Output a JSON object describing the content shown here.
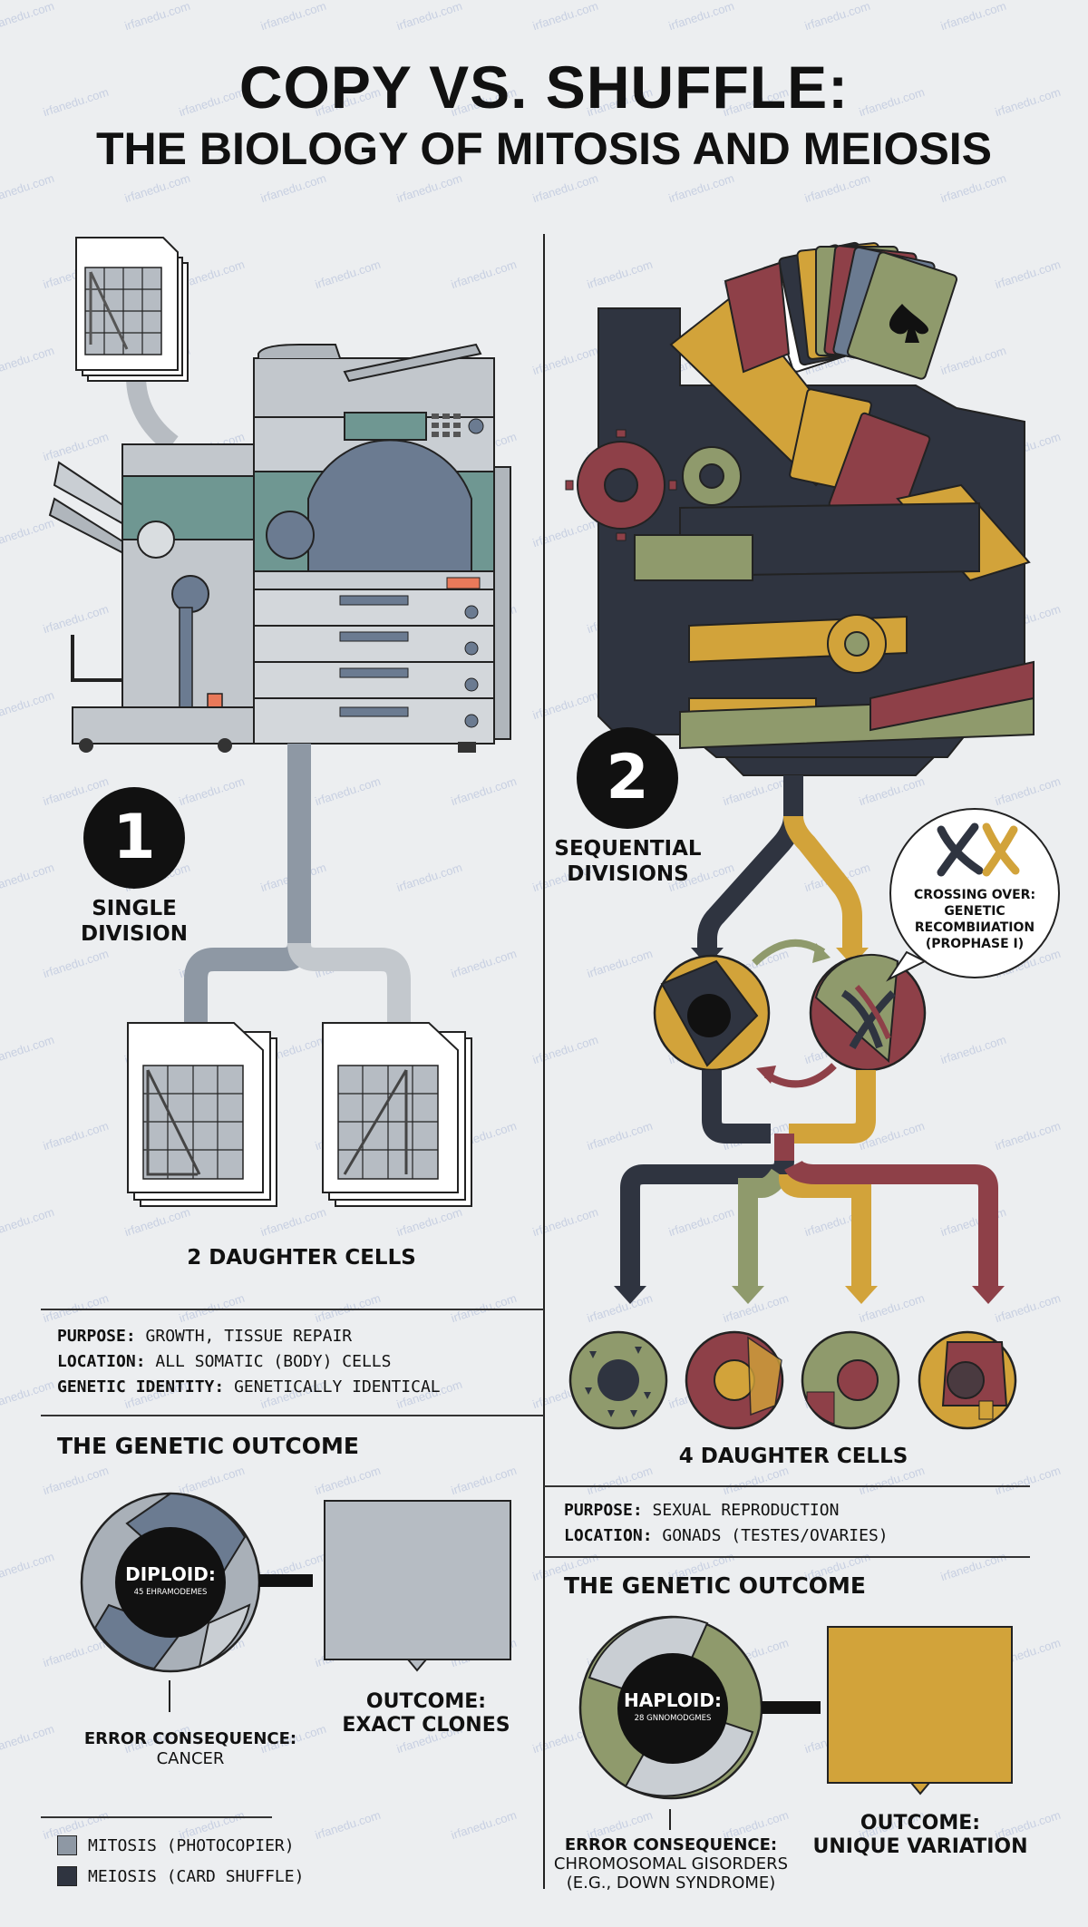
{
  "title": {
    "line1": "COPY VS. SHUFFLE:",
    "line2": "THE BIOLOGY OF MITOSIS AND MEIOSIS"
  },
  "watermark": "irfanedu.com",
  "colors": {
    "background": "#eceef0",
    "mitosis_gray": "#a9b0b8",
    "mitosis_teal": "#6f9792",
    "mitosis_slate": "#6b7b91",
    "meiosis_dark": "#2f3440",
    "meiosis_gold": "#d2a33a",
    "meiosis_maroon": "#8e4048",
    "meiosis_olive": "#8f9a6c"
  },
  "mitosis": {
    "step_number": "1",
    "step_label_1": "SINGLE",
    "step_label_2": "DIVISION",
    "daughter_cells": "2 DAUGHTER CELLS",
    "purpose_key": "PURPOSE:",
    "purpose_value": " GROWTH, TISSUE REPAIR",
    "location_key": "LOCATION:",
    "location_value": " ALL SOMATIC (BODY) CELLS",
    "identity_key": "GENETIC IDENTITY:",
    "identity_value": " GENETICALLY IDENTICAL",
    "outcome_heading": "THE GENETIC OUTCOME",
    "badge_title": "DIPLOID:",
    "badge_sub": "45 EHRAMODEMES",
    "error_label": "ERROR CONSEQUENCE:",
    "error_value": "CANCER",
    "outcome_label": "OUTCOME:",
    "outcome_value": "EXACT CLONES"
  },
  "meiosis": {
    "step_number": "2",
    "step_label_1": "SEQUENTIAL",
    "step_label_2": "DIVISIONS",
    "crossing_1": "CROSSING OVER:",
    "crossing_2": "GENETIC",
    "crossing_3": "RECOMBIИATION",
    "crossing_4": "(PROPHASE I)",
    "daughter_cells": "4 DAUGHTER CELLS",
    "purpose_key": "PURPOSE:",
    "purpose_value": " SEXUAL REPRODUCTION",
    "location_key": "LOCATION:",
    "location_value": " GONADS (TESTES/OVARIES)",
    "outcome_heading": "THE GENETIC OUTCOME",
    "badge_title": "HAPLOID:",
    "badge_sub": "28 GNNOMODGMES",
    "error_label": "ERROR CONSEQUENCE:",
    "error_value_1": "CHROMOSOMAL GISORDERS",
    "error_value_2": "(E.G., DOWN SYNDROME)",
    "outcome_label": "OUTCOME:",
    "outcome_value": "UNIQUE VARIATION"
  },
  "legend": {
    "items": [
      {
        "label": "MITOSIS (PHOTOCOPIER)",
        "color": "#8e98a4"
      },
      {
        "label": "MEIOSIS (CARD SHUFFLE)",
        "color": "#2f3440"
      }
    ]
  }
}
